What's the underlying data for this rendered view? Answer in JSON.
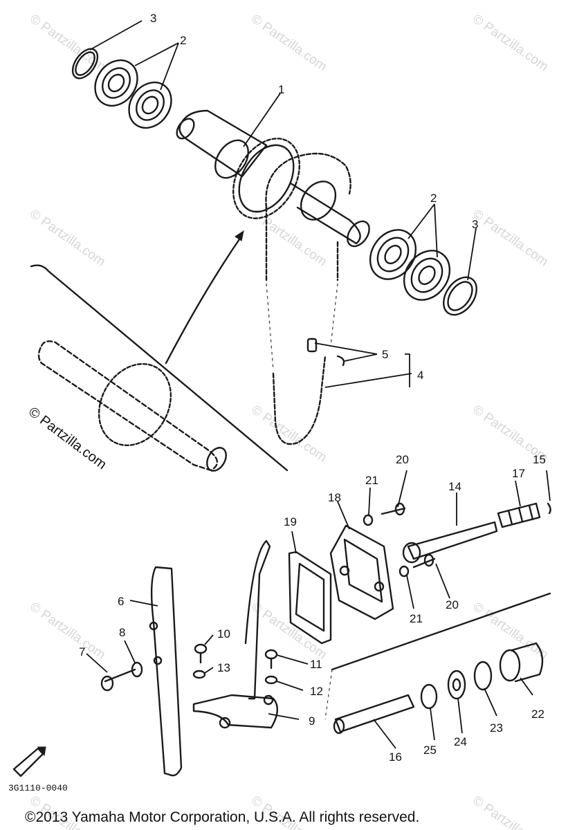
{
  "diagram": {
    "part_labels": {
      "p1": "1",
      "p2a": "2",
      "p2b": "2",
      "p3a": "3",
      "p3b": "3",
      "p4": "4",
      "p5": "5",
      "p6": "6",
      "p7": "7",
      "p8": "8",
      "p9": "9",
      "p10": "10",
      "p11": "11",
      "p12": "12",
      "p13": "13",
      "p14": "14",
      "p15": "15",
      "p16": "16",
      "p17": "17",
      "p18": "18",
      "p19": "19",
      "p20a": "20",
      "p20b": "20",
      "p21a": "21",
      "p21b": "21",
      "p22": "22",
      "p23": "23",
      "p24": "24",
      "p25": "25"
    },
    "diagram_code": "3G1110-0040",
    "side_watermark": "© Partzilla.com",
    "watermark": "© Partzilla.com",
    "copyright": "©2013 Yamaha Motor Corporation, U.S.A. All rights reserved."
  }
}
